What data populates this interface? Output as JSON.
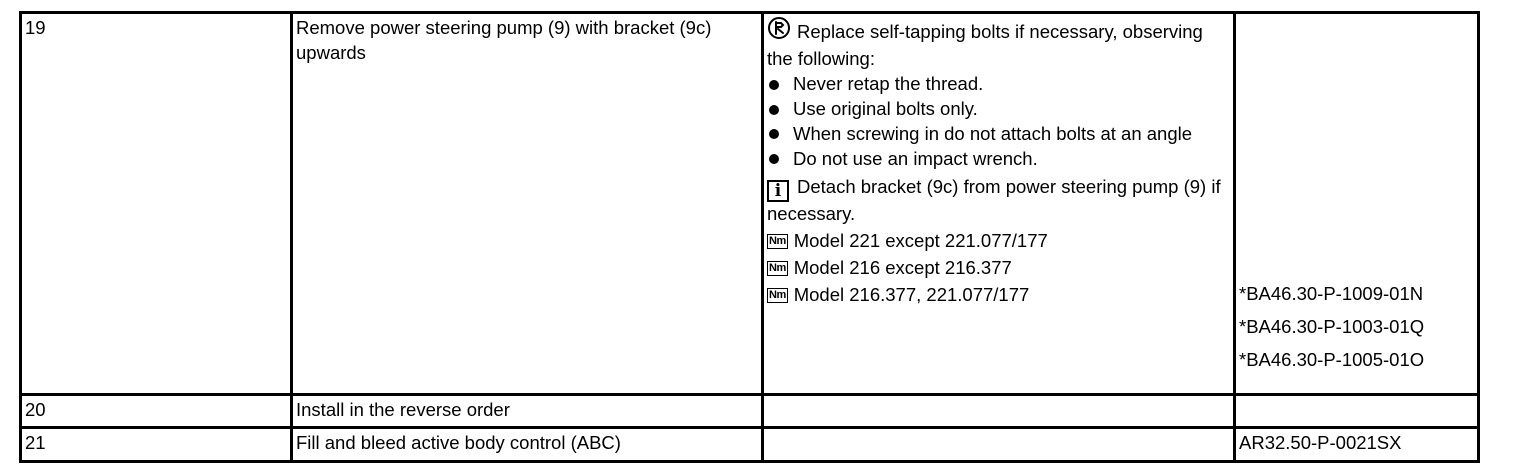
{
  "rows": [
    {
      "step": "19",
      "action": "Remove power steering pump (9) with bracket (9c) upwards",
      "notes": {
        "warning_text": "Replace self-tapping bolts if necessary, observing the following:",
        "bullets": [
          "Never retap the  thread.",
          "Use original bolts only.",
          "When screwing in do not attach bolts at an angle",
          "Do not use an impact wrench."
        ],
        "info_text": "Detach bracket (9c) from power steering pump (9) if necessary.",
        "torque_icon_label": "Nm",
        "torque_lines": [
          "Model 221 except 221.077/177",
          "Model 216 except 216.377",
          "Model 216.377, 221.077/177"
        ]
      },
      "refs": [
        "*BA46.30-P-1009-01N",
        "*BA46.30-P-1003-01Q",
        "*BA46.30-P-1005-01O"
      ]
    },
    {
      "step": "20",
      "action": "Install in the reverse order",
      "ref": ""
    },
    {
      "step": "21",
      "action": "Fill and bleed active body control (ABC)",
      "ref": "AR32.50-P-0021SX"
    }
  ],
  "icons": {
    "warning": "bolt-warning-icon",
    "info": "info-icon",
    "torque": "torque-nm-icon"
  }
}
